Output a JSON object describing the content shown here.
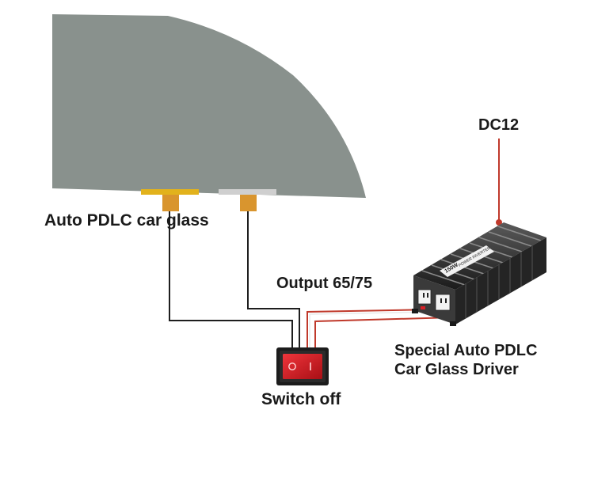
{
  "labels": {
    "glass": "Auto PDLC  car glass",
    "output": "Output 65/75",
    "dc": "DC12",
    "driver_line1": "Special Auto PDLC",
    "driver_line2": "Car Glass Driver",
    "switch": "Switch off"
  },
  "inverter": {
    "rating": "150W",
    "name": "POWER INVERTER"
  },
  "colors": {
    "glass": "#89918d",
    "electrode_left": "#e2b21c",
    "electrode_right": "#cfcfcf",
    "connector": "#d9952e",
    "wire_black": "#1e1e1e",
    "wire_red": "#c0392b",
    "switch_body": "#1c1c1c",
    "switch_rocker": "#d81f26"
  }
}
